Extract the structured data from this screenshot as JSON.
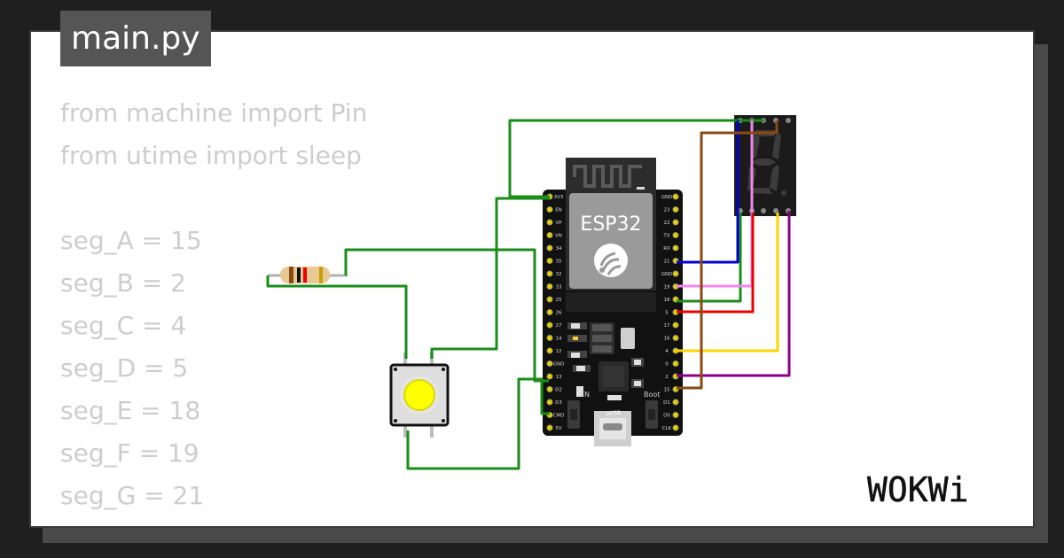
{
  "file_tab": {
    "label": "main.py"
  },
  "code_lines": [
    "from machine import Pin",
    "from utime import sleep",
    "",
    "seg_A = 15",
    "seg_B = 2",
    "seg_C = 4",
    "seg_D = 5",
    "seg_E = 18",
    "seg_F = 19",
    "seg_G = 21"
  ],
  "board": {
    "chip_label": "ESP32",
    "left_pins": [
      "3V3",
      "EN",
      "VP",
      "VN",
      "34",
      "35",
      "32",
      "33",
      "25",
      "26",
      "27",
      "14",
      "12",
      "GND",
      "13",
      "D2",
      "D3",
      "CMD",
      "5V"
    ],
    "right_pins": [
      "GND",
      "23",
      "22",
      "TX",
      "RX",
      "21",
      "GND",
      "19",
      "18",
      "5",
      "17",
      "16",
      "4",
      "0",
      "2",
      "15",
      "D1",
      "D0",
      "CLK"
    ],
    "en_button_label": "EN",
    "boot_button_label": "Boot"
  },
  "brand": {
    "logo_text": "WOKWi"
  },
  "colors": {
    "background": "#1f1f1f",
    "card": "#ffffff",
    "tab": "#555555",
    "code_text": "#cdcdcd",
    "wire_green": "#1a8c1a",
    "wire_blue": "#0000cc",
    "wire_pink": "#ee88ee",
    "wire_red": "#ee0000",
    "wire_yellow": "#ffd400",
    "wire_purple": "#880088",
    "wire_brown": "#8b4a14"
  },
  "icons": [
    "wifi-logo-icon",
    "usb-port-icon"
  ]
}
